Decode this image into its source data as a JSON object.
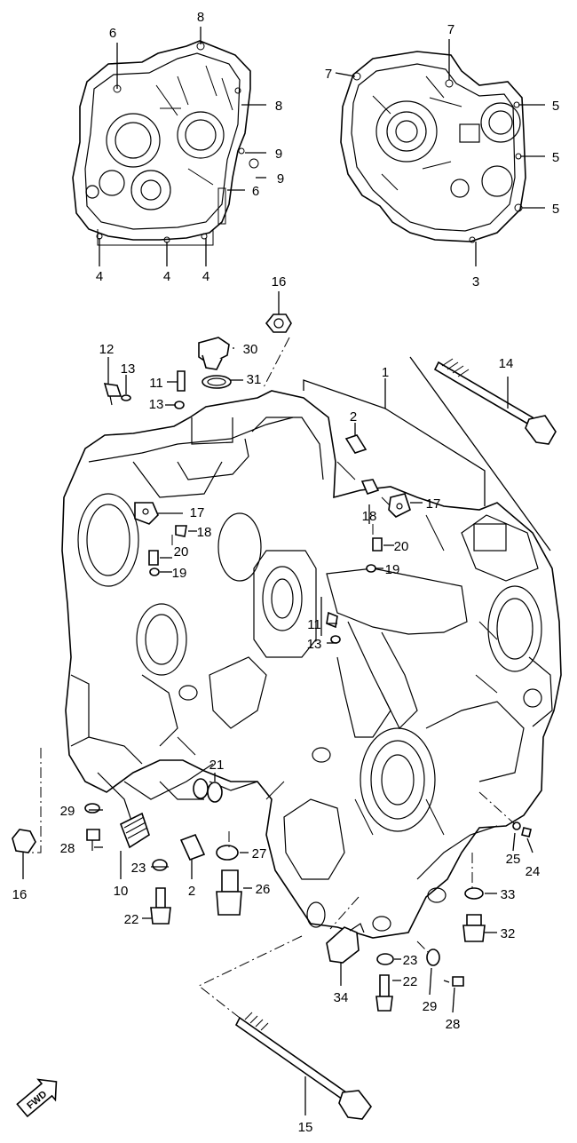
{
  "diagram": {
    "callouts": [
      {
        "label": "6"
      },
      {
        "label": "8"
      },
      {
        "label": "8"
      },
      {
        "label": "9"
      },
      {
        "label": "9"
      },
      {
        "label": "6"
      },
      {
        "label": "4"
      },
      {
        "label": "4"
      },
      {
        "label": "4"
      },
      {
        "label": "7"
      },
      {
        "label": "7"
      },
      {
        "label": "5"
      },
      {
        "label": "5"
      },
      {
        "label": "5"
      },
      {
        "label": "3"
      },
      {
        "label": "16"
      },
      {
        "label": "30"
      },
      {
        "label": "31"
      },
      {
        "label": "12"
      },
      {
        "label": "13"
      },
      {
        "label": "11"
      },
      {
        "label": "13"
      },
      {
        "label": "1"
      },
      {
        "label": "14"
      },
      {
        "label": "2"
      },
      {
        "label": "17"
      },
      {
        "label": "18"
      },
      {
        "label": "20"
      },
      {
        "label": "19"
      },
      {
        "label": "18"
      },
      {
        "label": "17"
      },
      {
        "label": "20"
      },
      {
        "label": "19"
      },
      {
        "label": "11"
      },
      {
        "label": "13"
      },
      {
        "label": "21"
      },
      {
        "label": "29"
      },
      {
        "label": "28"
      },
      {
        "label": "16"
      },
      {
        "label": "23"
      },
      {
        "label": "10"
      },
      {
        "label": "2"
      },
      {
        "label": "27"
      },
      {
        "label": "22"
      },
      {
        "label": "26"
      },
      {
        "label": "25"
      },
      {
        "label": "24"
      },
      {
        "label": "33"
      },
      {
        "label": "32"
      },
      {
        "label": "23"
      },
      {
        "label": "34"
      },
      {
        "label": "22"
      },
      {
        "label": "29"
      },
      {
        "label": "28"
      },
      {
        "label": "15"
      }
    ],
    "direction_badge": "FWD"
  }
}
